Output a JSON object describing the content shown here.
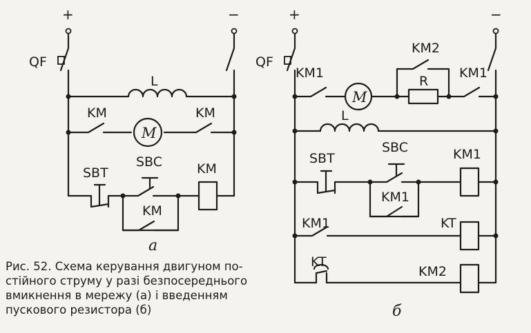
{
  "terminals": {
    "plus": "+",
    "minus": "−"
  },
  "labels": {
    "qf": "QF",
    "km": "KM",
    "km1": "KM1",
    "km2": "KM2",
    "inductor": "L",
    "motor": "M",
    "resistor": "R",
    "sbt": "SBT",
    "sbc": "SBC",
    "kt": "KT"
  },
  "sublabels": {
    "a": "а",
    "b": "б"
  },
  "caption": "Рис. 52. Схема керування двигуном по-\nстійного струму у разі безпосереднього\nвмикнення в мережу (а) і введенням\nпускового резистора (б)"
}
